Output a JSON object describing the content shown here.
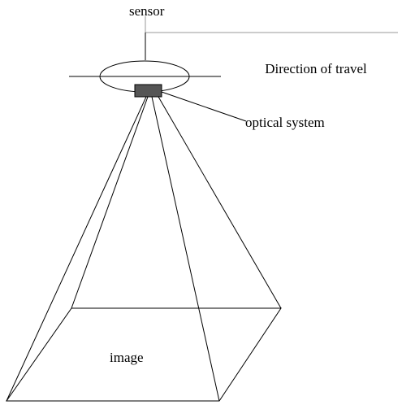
{
  "labels": {
    "sensor": "sensor",
    "direction": "Direction of travel",
    "optical_system": "optical system",
    "image": "image"
  },
  "colors": {
    "line": "#000000",
    "travel_line": "#999999",
    "optical_box": "#555555",
    "background": "#ffffff"
  }
}
